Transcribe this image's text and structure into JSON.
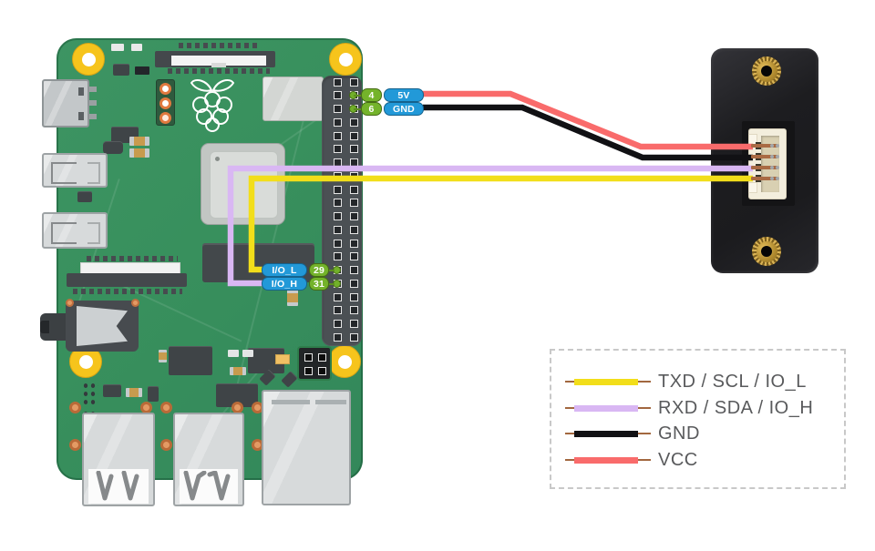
{
  "pi_badges": {
    "pin4": {
      "pin": "4",
      "label": "5V"
    },
    "pin6": {
      "pin": "6",
      "label": "GND"
    },
    "pin29": {
      "pin": "29",
      "label": "I/O_L"
    },
    "pin31": {
      "pin": "31",
      "label": "I/O_H"
    }
  },
  "legend": {
    "items": [
      {
        "label": "TXD / SCL / IO_L",
        "color": "#f2de1a"
      },
      {
        "label": "RXD / SDA / IO_H",
        "color": "#d9b7f3"
      },
      {
        "label": "GND",
        "color": "#111114"
      },
      {
        "label": "VCC",
        "color": "#f96b6b"
      }
    ]
  },
  "wire_colors": {
    "vcc": "#f96b6b",
    "gnd": "#111114",
    "io_l": "#f2de1a",
    "io_h": "#d9b7f3"
  },
  "badge_colors": {
    "pin_number": "#74b32b",
    "signal": "#2299d8"
  }
}
